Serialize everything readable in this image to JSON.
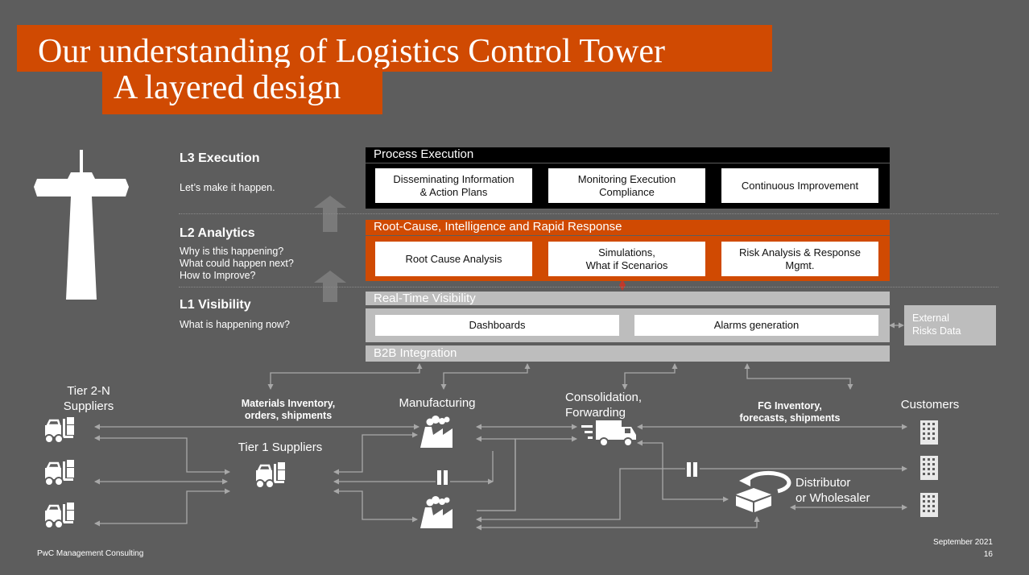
{
  "title": {
    "line1": "Our understanding of Logistics Control Tower",
    "line2": "A layered design"
  },
  "colors": {
    "accent": "#d04a02",
    "background": "#5d5d5d",
    "execution_layer": "#000000",
    "visibility_layer": "#bdbdbd"
  },
  "levels": [
    {
      "title": "L3 Execution",
      "desc": "Let’s make it happen."
    },
    {
      "title": "L2 Analytics",
      "desc": "Why is this happening?\nWhat could happen next?\nHow to Improve?"
    },
    {
      "title": "L1 Visibility",
      "desc": "What is happening now?"
    }
  ],
  "layers": {
    "execution": {
      "header": "Process Execution",
      "boxes": [
        "Disseminating Information\n& Action Plans",
        "Monitoring Execution\nCompliance",
        "Continuous Improvement"
      ]
    },
    "analytics": {
      "header": "Root-Cause, Intelligence and Rapid Response",
      "boxes": [
        "Root Cause Analysis",
        "Simulations,\nWhat if Scenarios",
        "Risk Analysis & Response\nMgmt."
      ]
    },
    "visibility": {
      "header": "Real-Time Visibility",
      "boxes": [
        "Dashboards",
        "Alarms generation"
      ],
      "footer": "B2B Integration"
    },
    "external": "External\nRisks Data"
  },
  "flow": {
    "tier2": "Tier 2-N\nSuppliers",
    "tier1": "Tier 1 Suppliers",
    "materials": "Materials Inventory,\norders, shipments",
    "manufacturing": "Manufacturing",
    "consolidation": "Consolidation,\nForwarding",
    "fg": "FG Inventory,\nforecasts, shipments",
    "customers": "Customers",
    "distributor": "Distributor\nor Wholesaler"
  },
  "footer": {
    "company": "PwC Management Consulting",
    "date": "September 2021",
    "page": "16"
  }
}
